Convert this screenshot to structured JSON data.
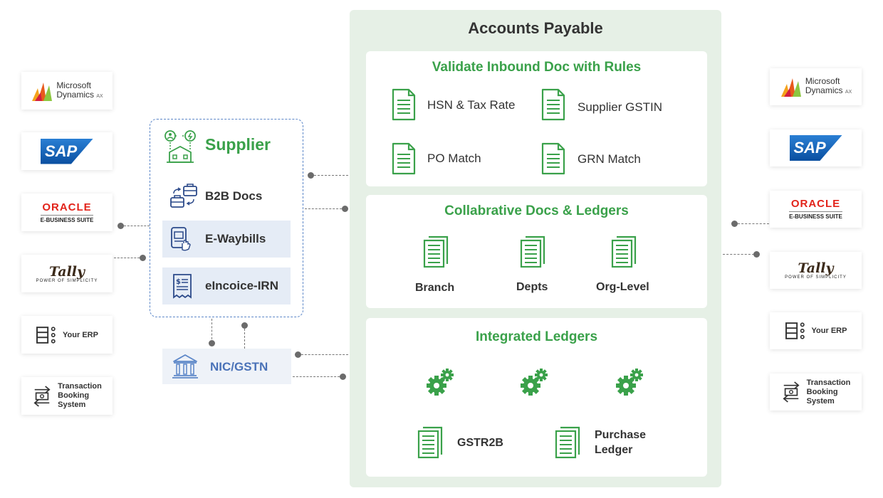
{
  "left_logos": {
    "microsoft": {
      "line1": "Microsoft",
      "line2": "Dynamics",
      "suffix": "AX"
    },
    "sap": "SAP",
    "oracle": {
      "name": "ORACLE",
      "sub": "E-BUSINESS SUITE"
    },
    "tally": {
      "name": "Tally",
      "tagline": "POWER OF SIMPLICITY"
    },
    "erp": "Your ERP",
    "tbs": [
      "Transaction",
      "Booking",
      "System"
    ]
  },
  "right_logos": {
    "microsoft": {
      "line1": "Microsoft",
      "line2": "Dynamics",
      "suffix": "AX"
    },
    "sap": "SAP",
    "oracle": {
      "name": "ORACLE",
      "sub": "E-BUSINESS SUITE"
    },
    "tally": {
      "name": "Tally",
      "tagline": "POWER OF SIMPLICITY"
    },
    "erp": "Your ERP",
    "tbs": [
      "Transaction",
      "Booking",
      "System"
    ]
  },
  "supplier": {
    "title": "Supplier",
    "items": [
      "B2B Docs",
      "E-Waybills",
      "eIncoice-IRN"
    ]
  },
  "nic": "NIC/GSTN",
  "accounts_payable": {
    "title": "Accounts Payable",
    "validate": {
      "title": "Validate Inbound Doc with Rules",
      "items": [
        "HSN & Tax Rate",
        "Supplier GSTIN",
        "PO Match",
        "GRN Match"
      ]
    },
    "collab": {
      "title": "Collabrative Docs & Ledgers",
      "items": [
        "Branch",
        "Depts",
        "Org-Level"
      ]
    },
    "integrated": {
      "title": "Integrated Ledgers",
      "items": [
        "GSTR2B",
        "Purchase",
        "Ledger"
      ]
    }
  },
  "colors": {
    "green": "#3aa14a",
    "blue": "#5b86c8",
    "panel": "#e6f0e6"
  }
}
